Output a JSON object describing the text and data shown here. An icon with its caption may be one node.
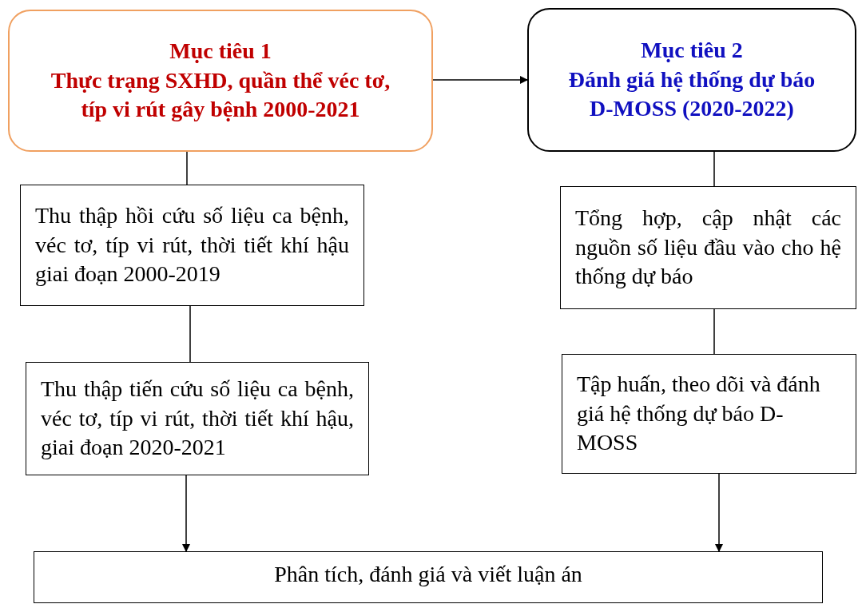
{
  "diagram": {
    "nodes": [
      {
        "text": [
          "Mục tiêu 1",
          "Thực trạng SXHD, quần thể véc tơ, típ vi rút gây bệnh 2000-2021"
        ]
      },
      {
        "text": [
          "Mục tiêu 2",
          "Đánh giá hệ thống dự báo D-MOSS (2020-2022)"
        ]
      },
      {
        "text": [
          "Thu thập hồi cứu số liệu ca bệnh, véc tơ, típ vi rút, thời tiết khí hậu giai đoạn 2000-2019"
        ]
      },
      {
        "text": [
          "Thu thập tiến cứu số liệu ca bệnh, véc tơ, típ vi rút, thời tiết khí hậu, giai đoạn 2020-2021"
        ]
      },
      {
        "text": [
          "Tổng hợp, cập nhật các nguồn số liệu đầu vào cho hệ thống dự báo"
        ]
      },
      {
        "text": [
          "Tập huấn, theo dõi và đánh giá hệ thống dự báo D-MOSS"
        ]
      },
      {
        "text": [
          "Phân tích, đánh giá và viết luận án"
        ]
      }
    ],
    "edges": [
      {
        "from": 0,
        "to": 1,
        "arrow": "to"
      },
      {
        "from": 0,
        "to": 2,
        "arrow": "none"
      },
      {
        "from": 2,
        "to": 3,
        "arrow": "none"
      },
      {
        "from": 3,
        "to": 6,
        "arrow": "to"
      },
      {
        "from": 1,
        "to": 4,
        "arrow": "none"
      },
      {
        "from": 4,
        "to": 5,
        "arrow": "none"
      },
      {
        "from": 5,
        "to": 6,
        "arrow": "to"
      }
    ]
  }
}
